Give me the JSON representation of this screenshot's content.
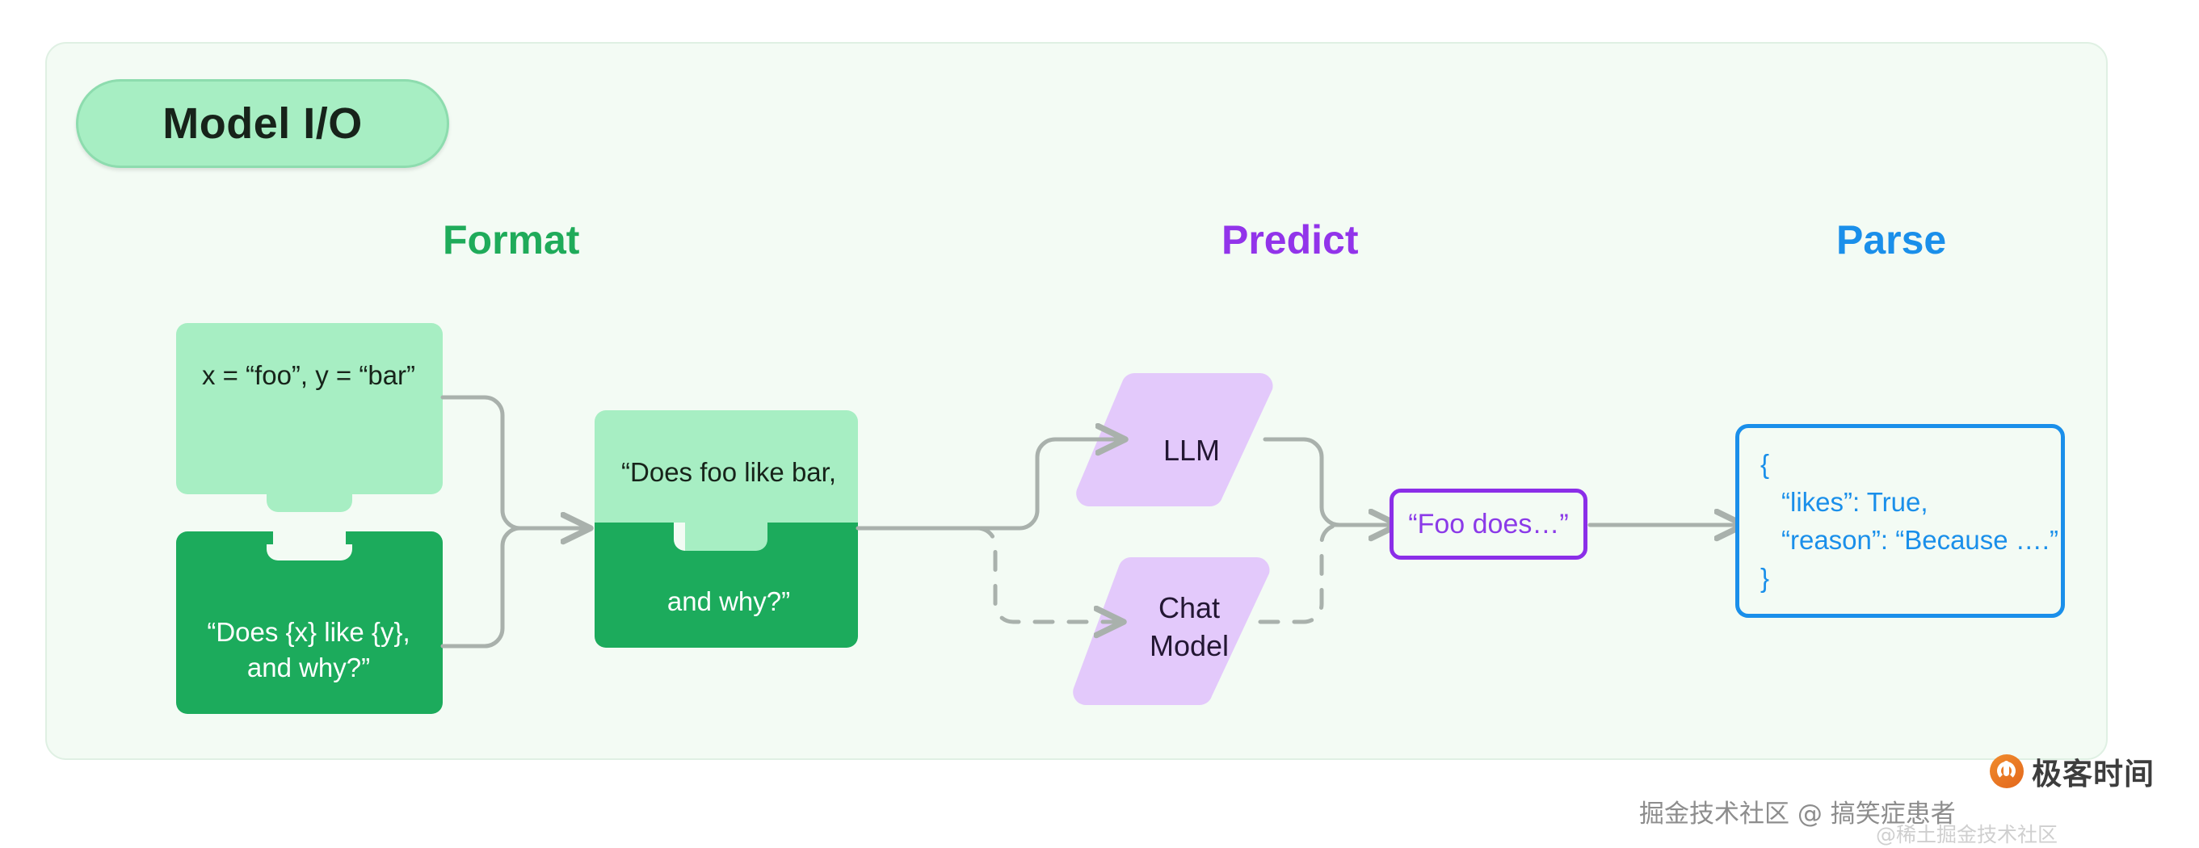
{
  "panel": {
    "badge_label": "Model I/O",
    "background_color": "#f3fbf4",
    "border_color": "#dff0e3"
  },
  "columns": [
    {
      "label": "Format",
      "color": "#1fab5a"
    },
    {
      "label": "Predict",
      "color": "#9234ea"
    },
    {
      "label": "Parse",
      "color": "#1a8fea"
    }
  ],
  "format_stage": {
    "input_piece": {
      "text": "x = “foo”, y = “bar”",
      "fill": "#a7eec3",
      "text_color": "#17231a"
    },
    "template_piece": {
      "text": "“Does {x} like {y},\nand why?”",
      "fill": "#1cab5c",
      "text_color": "#ffffff"
    },
    "merged_piece": {
      "top_text": "“Does foo like bar,",
      "bottom_text": "and why?”",
      "top_fill": "#a7eec3",
      "bottom_fill": "#1cab5c"
    }
  },
  "predict_stage": {
    "models": [
      {
        "label": "LLM",
        "fill": "#e3c9fb",
        "text_color": "#231733",
        "connector": "solid"
      },
      {
        "label": "Chat\nModel",
        "fill": "#e3c9fb",
        "text_color": "#231733",
        "connector": "dashed"
      }
    ],
    "output": {
      "text": "“Foo does…”",
      "border_color": "#8b2ee8",
      "text_color": "#8b3ae8"
    }
  },
  "parse_stage": {
    "json_lines": [
      {
        "text": "{",
        "indent": false
      },
      {
        "text": "“likes”: True,",
        "indent": true
      },
      {
        "text": "“reason”: “Because ….”",
        "indent": true
      },
      {
        "text": "}",
        "indent": false
      }
    ],
    "border_color": "#1a8fea",
    "text_color": "#1a8fea"
  },
  "branding": {
    "logo_text": "极客时间",
    "logo_mark_color": "#e87a22"
  },
  "watermarks": {
    "primary": "掘金技术社区 @ 搞笑症患者",
    "secondary": "@稀土掘金技术社区"
  }
}
